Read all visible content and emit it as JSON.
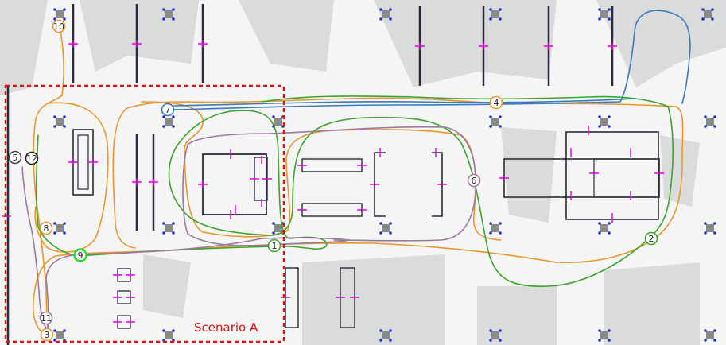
{
  "colors": {
    "floor": "#f4f5f4",
    "scan": "#d9dcda",
    "wall": "#2a2a3a",
    "tick": "#e000e0",
    "pillar": "#8a8a8a",
    "pillar_corner": "#2233cc",
    "scenario": "#dd1111",
    "route_orange": "#e8962e",
    "route_green": "#3aa52b",
    "route_purple": "#9a7a9e",
    "route_blue": "#3a7abf",
    "route_gray": "#444444",
    "route_brightgreen": "#22dd22"
  },
  "scenario": {
    "label": "Scenario A"
  },
  "waypoints": [
    {
      "label": "1",
      "color": "#3aa52b"
    },
    {
      "label": "2",
      "color": "#3aa52b"
    },
    {
      "label": "3",
      "color": "#e8962e"
    },
    {
      "label": "4",
      "color": "#e8962e"
    },
    {
      "label": "5",
      "color": "#444444"
    },
    {
      "label": "6",
      "color": "#9a7a9e"
    },
    {
      "label": "7",
      "color": "#3a7abf"
    },
    {
      "label": "8",
      "color": "#e8962e"
    },
    {
      "label": "9",
      "color": "#22dd22"
    },
    {
      "label": "10",
      "color": "#e8962e"
    },
    {
      "label": "11",
      "color": "#9a7a9e"
    },
    {
      "label": "12",
      "color": "#222222"
    }
  ]
}
